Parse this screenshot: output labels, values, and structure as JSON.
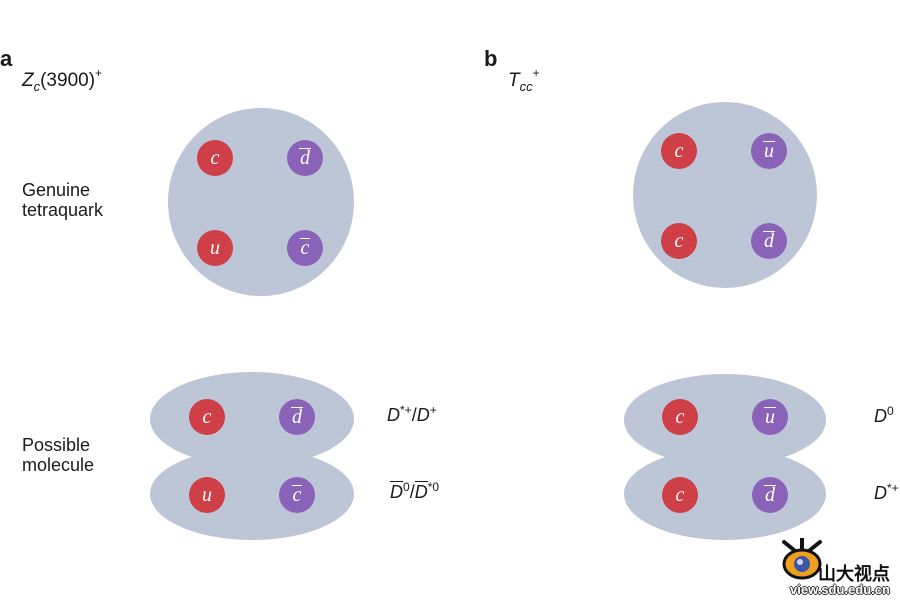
{
  "panel_a": {
    "letter": "a",
    "title_main": "Z",
    "title_sub": "c",
    "title_paren": "(3900)",
    "title_sup": "+",
    "tetraquark_quarks": [
      "c",
      "d",
      "u",
      "c"
    ],
    "molecule_quarks": [
      "c",
      "d",
      "u",
      "c"
    ],
    "molecule_labels": {
      "top_a": "D",
      "top_a_sup": "*+",
      "top_sep": "/",
      "top_b": "D",
      "top_b_sup": "+",
      "bottom_a": "D",
      "bottom_a_sup": "0",
      "bottom_sep": "/",
      "bottom_b": "D",
      "bottom_b_sup": "*0"
    }
  },
  "panel_b": {
    "letter": "b",
    "title_main": "T",
    "title_sub": "cc",
    "title_sup": "+",
    "tetraquark_quarks": [
      "c",
      "u",
      "c",
      "d"
    ],
    "molecule_quarks": [
      "c",
      "u",
      "c",
      "d"
    ],
    "molecule_labels": {
      "top": "D",
      "top_sup": "0",
      "bottom": "D",
      "bottom_sup": "*+"
    }
  },
  "row_labels": {
    "genuine_line1": "Genuine",
    "genuine_line2": "tetraquark",
    "possible_line1": "Possible",
    "possible_line2": "molecule"
  },
  "watermark": {
    "text": "山大视点",
    "url": "view.sdu.edu.cn"
  },
  "colors": {
    "quark": "#cf3f48",
    "antiquark": "#8a63b8",
    "hadron": "#bcc6d6"
  }
}
